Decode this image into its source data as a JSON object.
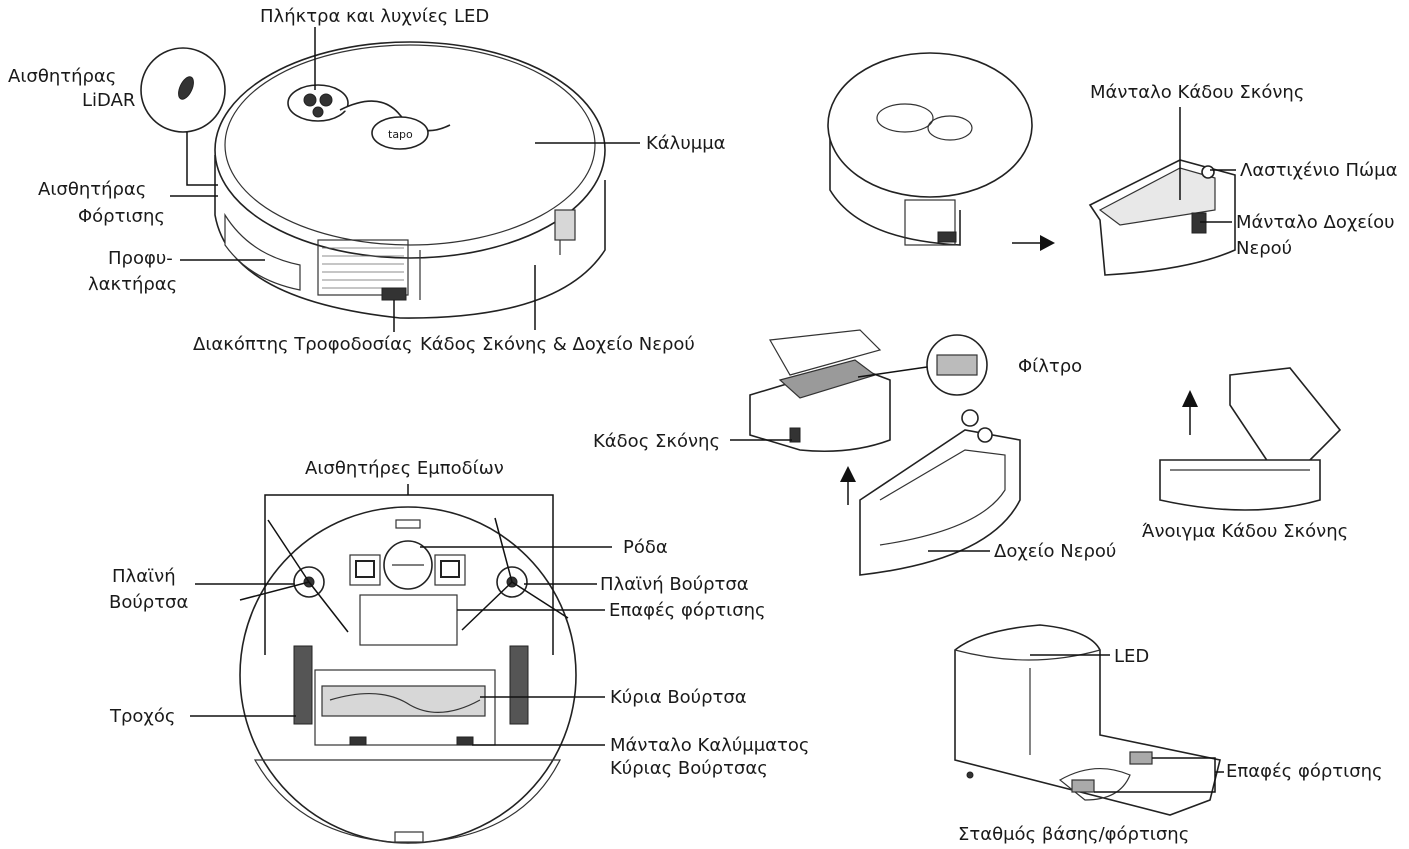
{
  "labels": {
    "buttons_leds": "Πλήκτρα και λυχνίες LED",
    "lidar_1": "Αισθητήρας",
    "lidar_2": "LiDAR",
    "cover": "Κάλυμμα",
    "charge_sensor_1": "Αισθητήρας",
    "charge_sensor_2": "Φόρτισης",
    "bumper_1": "Προφυ-",
    "bumper_2": "λακτήρας",
    "power_switch": "Διακόπτης Τροφοδοσίας",
    "bin_tank": "Κάδος Σκόνης & Δοχείο Νερού",
    "bin_latch": "Μάνταλο Κάδου Σκόνης",
    "rubber_cap": "Λαστιχένιο Πώμα",
    "tank_latch_1": "Μάνταλο Δοχείου",
    "tank_latch_2": "Νερού",
    "filter": "Φίλτρο",
    "dust_bin": "Κάδος Σκόνης",
    "water_tank": "Δοχείο Νερού",
    "open_bin": "Άνοιγμα Κάδου Σκόνης",
    "obstacle_sensors": "Αισθητήρες Εμποδίων",
    "caster": "Ρόδα",
    "side_brush_left_1": "Πλαϊνή",
    "side_brush_left_2": "Βούρτσα",
    "side_brush_right": "Πλαϊνή Βούρτσα",
    "charge_contacts_bottom": "Επαφές φόρτισης",
    "wheel": "Τροχός",
    "main_brush": "Κύρια Βούρτσα",
    "brush_cover_latch_1": "Μάνταλο Καλύμματος",
    "brush_cover_latch_2": "Κύριας Βούρτσας",
    "led": "LED",
    "charge_contacts_dock": "Επαφές φόρτισης",
    "dock": "Σταθμός βάσης/φόρτισης"
  },
  "logo_text": "tapo"
}
